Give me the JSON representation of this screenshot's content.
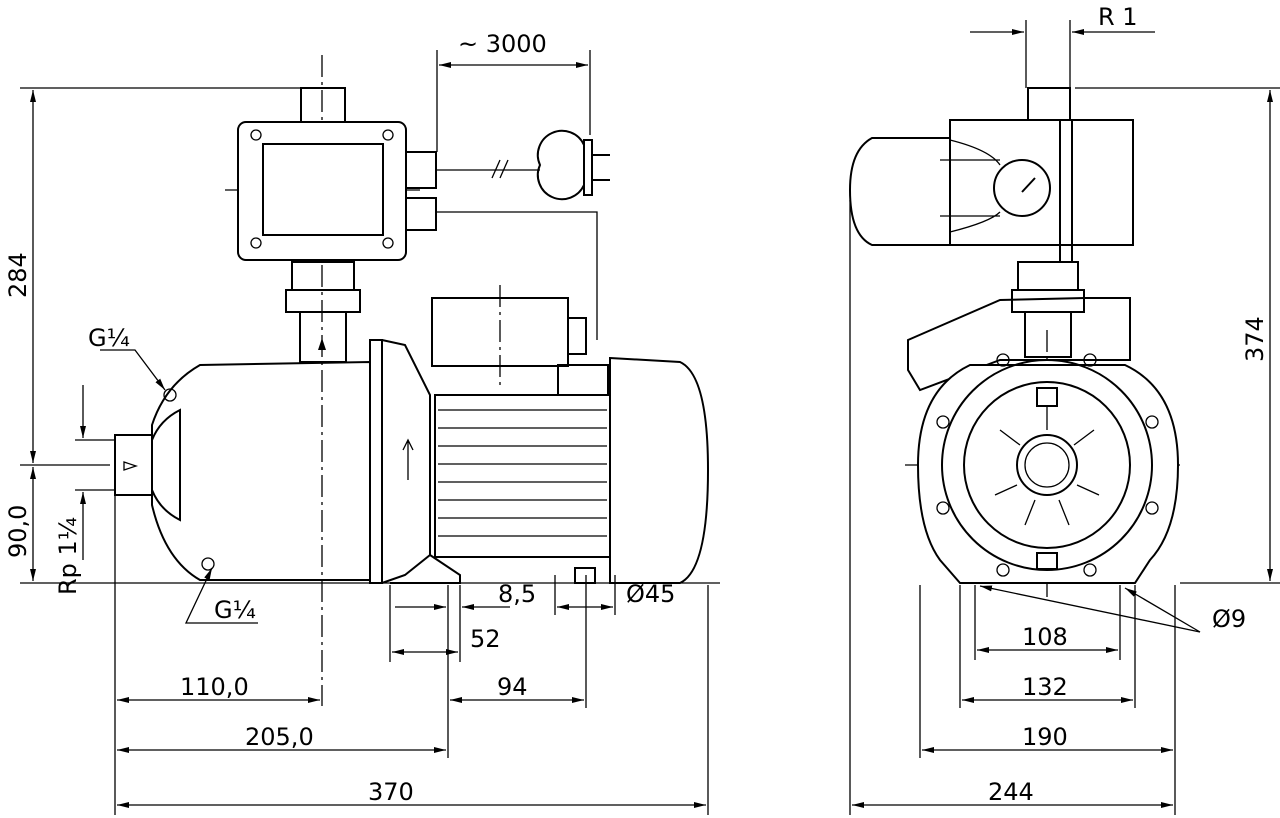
{
  "side_view": {
    "cable_length": "~ 3000",
    "height_total": "284",
    "height_axis": "90,0",
    "gauge_port_top": "G¼",
    "drain_port": "G¼",
    "suction_thread": "Rp 1¼",
    "foot_width": "8,5",
    "foot_offset": "52",
    "shaft": "Ø45",
    "foot_spacing": "94",
    "suction_to_axis": "110,0",
    "suction_to_foot": "205,0",
    "overall_length": "370"
  },
  "front_view": {
    "discharge_thread": "R 1",
    "height_total": "374",
    "hole_diameter": "Ø9",
    "hole_spacing_inner": "108",
    "hole_spacing_outer": "132",
    "foot_width": "190",
    "overall_width": "244"
  }
}
